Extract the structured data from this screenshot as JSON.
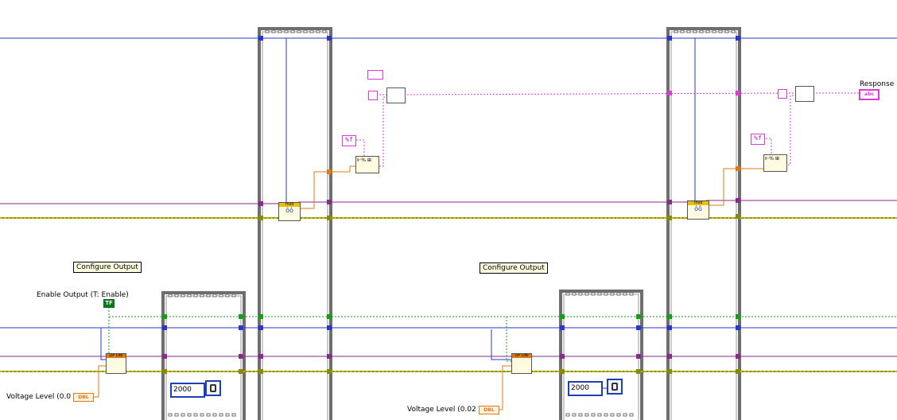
{
  "labels": {
    "enable_output": "Enable Output (T: Enable)",
    "voltage_level_1": "Voltage Level (0.0 V)",
    "voltage_level_2": "Voltage Level (0.02 V)",
    "response": "Response",
    "configure_output_1": "Configure Output",
    "configure_output_2": "Configure Output"
  },
  "constants": {
    "wait_ms_1": "2000",
    "wait_ms_2": "2000",
    "format_1": "%f",
    "format_2": "%f",
    "bool_true": "TF",
    "dbl_tag": "DBL",
    "string_tag": "abc"
  },
  "colors": {
    "refnum_wire": "#2a37c8",
    "string_wire": "#d93bd9",
    "error_wire": "#8a8a00",
    "boolean_wire": "#13a013",
    "numeric_wire": "#e07a10",
    "frame": "#6e6e6e"
  }
}
